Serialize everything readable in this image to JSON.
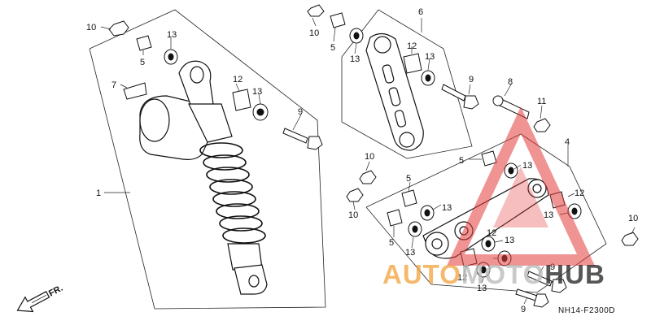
{
  "diagram": {
    "callouts": [
      "10",
      "5",
      "13",
      "7",
      "1",
      "12",
      "13",
      "9",
      "10",
      "5",
      "13",
      "6",
      "12",
      "13",
      "9",
      "8",
      "11",
      "4",
      "5",
      "13",
      "10",
      "5",
      "10",
      "13",
      "5",
      "13",
      "12",
      "13",
      "13",
      "12",
      "10",
      "12",
      "13",
      "9",
      "9"
    ],
    "drawing_code": "NH14-F2300D",
    "front_marker": "FR.",
    "watermark": {
      "text_orange": "AUTO",
      "text_gray": "MOTO",
      "text_dark": "HUB",
      "orange": "#f2a23a",
      "gray": "#b8b8b8",
      "dark": "#2d2d2d",
      "triangle": "#e23b3b"
    }
  }
}
